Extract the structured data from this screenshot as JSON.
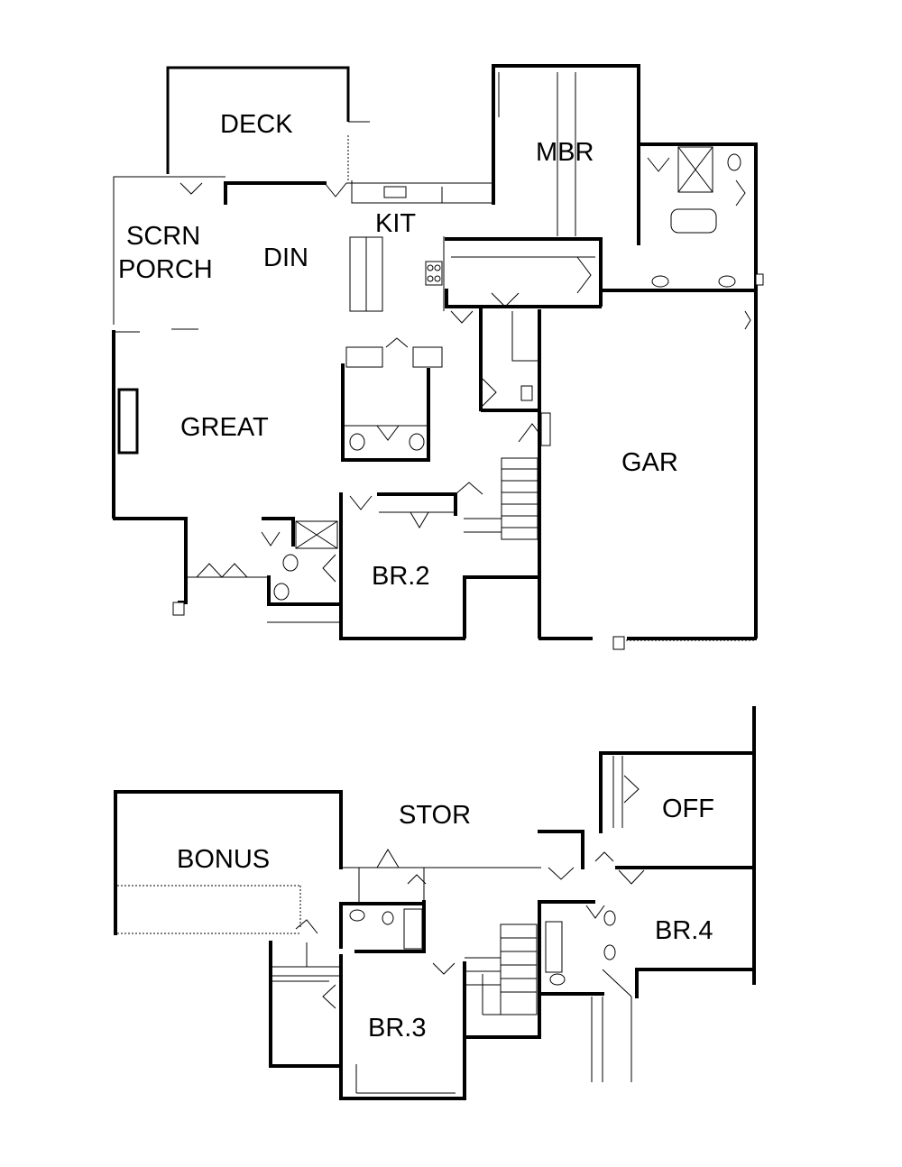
{
  "first_floor": {
    "deck": "DECK",
    "mbr": "MBR",
    "kit": "KIT",
    "scrn_porch_line1": "SCRN",
    "scrn_porch_line2": "PORCH",
    "din": "DIN",
    "great": "GREAT",
    "gar": "GAR",
    "br2": "BR.2"
  },
  "second_floor": {
    "stor": "STOR",
    "off": "OFF",
    "bonus": "BONUS",
    "br4": "BR.4",
    "br3": "BR.3"
  }
}
